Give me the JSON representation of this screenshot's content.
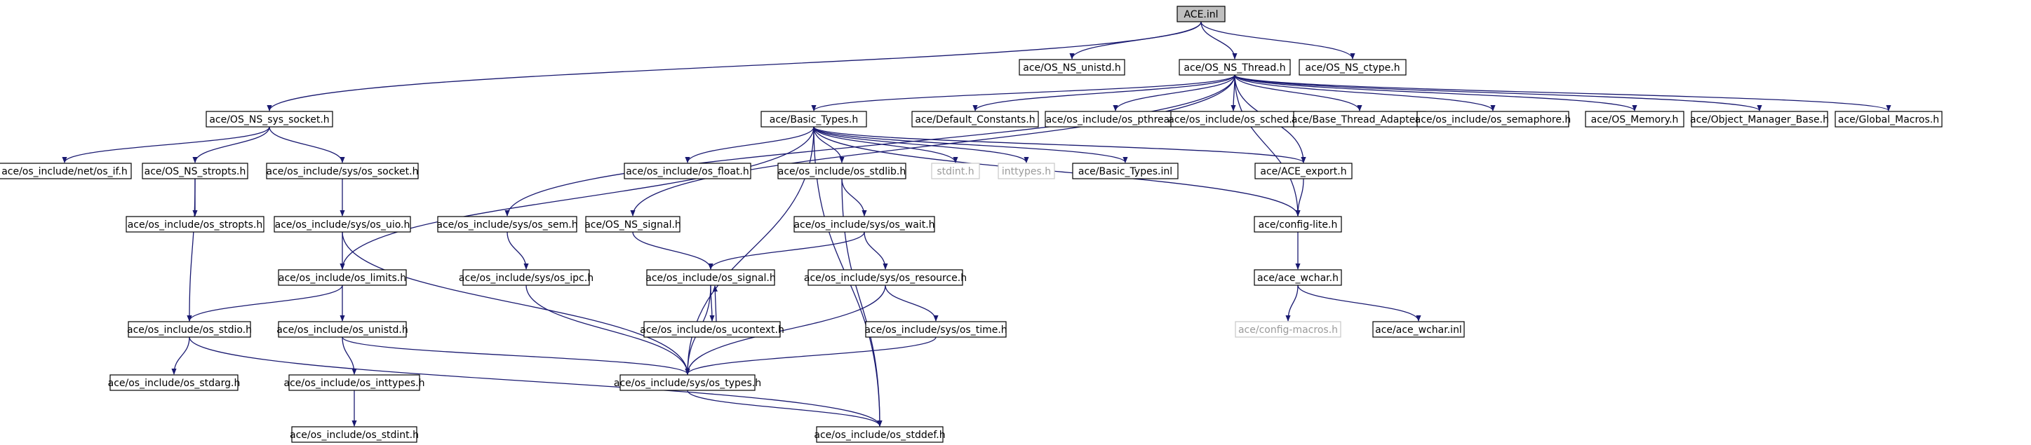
{
  "title": "",
  "colors": {
    "edge": "#191970",
    "root_fill": "#bfbfbf",
    "node_fill": "#ffffff",
    "ghost_border": "#c8c8c8"
  },
  "nodes": [
    {
      "id": "ace_inl",
      "label": "ACE.inl",
      "style": "root"
    },
    {
      "id": "os_ns_unistd",
      "label": "ace/OS_NS_unistd.h"
    },
    {
      "id": "os_ns_thread",
      "label": "ace/OS_NS_Thread.h"
    },
    {
      "id": "os_ns_ctype",
      "label": "ace/OS_NS_ctype.h"
    },
    {
      "id": "os_ns_sys_socket",
      "label": "ace/OS_NS_sys_socket.h"
    },
    {
      "id": "basic_types",
      "label": "ace/Basic_Types.h"
    },
    {
      "id": "default_constants",
      "label": "ace/Default_Constants.h"
    },
    {
      "id": "os_pthread",
      "label": "ace/os_include/os_pthread.h"
    },
    {
      "id": "os_sched",
      "label": "ace/os_include/os_sched.h"
    },
    {
      "id": "base_thread_adapter",
      "label": "ace/Base_Thread_Adapter.h"
    },
    {
      "id": "os_semaphore",
      "label": "ace/os_include/os_semaphore.h"
    },
    {
      "id": "os_memory",
      "label": "ace/OS_Memory.h"
    },
    {
      "id": "object_manager_base",
      "label": "ace/Object_Manager_Base.h"
    },
    {
      "id": "global_macros",
      "label": "ace/Global_Macros.h"
    },
    {
      "id": "net_os_if",
      "label": "ace/os_include/net/os_if.h"
    },
    {
      "id": "os_ns_stropts",
      "label": "ace/OS_NS_stropts.h"
    },
    {
      "id": "sys_os_socket",
      "label": "ace/os_include/sys/os_socket.h"
    },
    {
      "id": "os_float",
      "label": "ace/os_include/os_float.h"
    },
    {
      "id": "os_stdlib",
      "label": "ace/os_include/os_stdlib.h"
    },
    {
      "id": "stdint",
      "label": "stdint.h",
      "style": "ghost"
    },
    {
      "id": "inttypes",
      "label": "inttypes.h",
      "style": "ghost"
    },
    {
      "id": "basic_types_inl",
      "label": "ace/Basic_Types.inl"
    },
    {
      "id": "ace_export",
      "label": "ace/ACE_export.h"
    },
    {
      "id": "os_stropts",
      "label": "ace/os_include/os_stropts.h"
    },
    {
      "id": "sys_os_uio",
      "label": "ace/os_include/sys/os_uio.h"
    },
    {
      "id": "sys_os_sem",
      "label": "ace/os_include/sys/os_sem.h"
    },
    {
      "id": "os_ns_signal",
      "label": "ace/OS_NS_signal.h"
    },
    {
      "id": "sys_os_wait",
      "label": "ace/os_include/sys/os_wait.h"
    },
    {
      "id": "config_lite",
      "label": "ace/config-lite.h"
    },
    {
      "id": "os_limits",
      "label": "ace/os_include/os_limits.h"
    },
    {
      "id": "sys_os_ipc",
      "label": "ace/os_include/sys/os_ipc.h"
    },
    {
      "id": "os_signal",
      "label": "ace/os_include/os_signal.h"
    },
    {
      "id": "sys_os_resource",
      "label": "ace/os_include/sys/os_resource.h"
    },
    {
      "id": "ace_wchar",
      "label": "ace/ace_wchar.h"
    },
    {
      "id": "os_stdio",
      "label": "ace/os_include/os_stdio.h"
    },
    {
      "id": "os_unistd",
      "label": "ace/os_include/os_unistd.h"
    },
    {
      "id": "os_ucontext",
      "label": "ace/os_include/os_ucontext.h"
    },
    {
      "id": "sys_os_time",
      "label": "ace/os_include/sys/os_time.h"
    },
    {
      "id": "config_macros",
      "label": "ace/config-macros.h",
      "style": "ghost"
    },
    {
      "id": "ace_wchar_inl",
      "label": "ace/ace_wchar.inl"
    },
    {
      "id": "os_stdarg",
      "label": "ace/os_include/os_stdarg.h"
    },
    {
      "id": "os_inttypes",
      "label": "ace/os_include/os_inttypes.h"
    },
    {
      "id": "sys_os_types",
      "label": "ace/os_include/sys/os_types.h"
    },
    {
      "id": "os_stdint",
      "label": "ace/os_include/os_stdint.h"
    },
    {
      "id": "os_stddef",
      "label": "ace/os_include/os_stddef.h"
    }
  ],
  "edges": [
    [
      "ace_inl",
      "os_ns_unistd"
    ],
    [
      "ace_inl",
      "os_ns_thread"
    ],
    [
      "ace_inl",
      "os_ns_ctype"
    ],
    [
      "ace_inl",
      "os_ns_sys_socket"
    ],
    [
      "os_ns_thread",
      "ace_export"
    ],
    [
      "os_ns_thread",
      "basic_types"
    ],
    [
      "os_ns_thread",
      "default_constants"
    ],
    [
      "os_ns_thread",
      "os_pthread"
    ],
    [
      "os_ns_thread",
      "os_sched"
    ],
    [
      "os_ns_thread",
      "base_thread_adapter"
    ],
    [
      "os_ns_thread",
      "os_semaphore"
    ],
    [
      "os_ns_thread",
      "os_memory"
    ],
    [
      "os_ns_thread",
      "object_manager_base"
    ],
    [
      "os_ns_thread",
      "global_macros"
    ],
    [
      "os_ns_thread",
      "sys_os_sem"
    ],
    [
      "os_ns_thread",
      "os_ns_signal"
    ],
    [
      "os_ns_thread",
      "config_lite"
    ],
    [
      "os_ns_sys_socket",
      "net_os_if"
    ],
    [
      "os_ns_sys_socket",
      "os_ns_stropts"
    ],
    [
      "os_ns_sys_socket",
      "sys_os_socket"
    ],
    [
      "basic_types",
      "os_float"
    ],
    [
      "basic_types",
      "os_stdlib"
    ],
    [
      "basic_types",
      "stdint"
    ],
    [
      "basic_types",
      "inttypes"
    ],
    [
      "basic_types",
      "basic_types_inl"
    ],
    [
      "basic_types",
      "ace_export"
    ],
    [
      "basic_types",
      "config_lite"
    ],
    [
      "basic_types",
      "os_limits"
    ],
    [
      "basic_types",
      "sys_os_types"
    ],
    [
      "basic_types",
      "os_stddef"
    ],
    [
      "os_ns_stropts",
      "os_stropts"
    ],
    [
      "os_ns_stropts",
      "os_stdio"
    ],
    [
      "sys_os_socket",
      "sys_os_uio"
    ],
    [
      "sys_os_uio",
      "os_limits"
    ],
    [
      "sys_os_uio",
      "sys_os_types"
    ],
    [
      "os_stdlib",
      "sys_os_wait"
    ],
    [
      "os_stdlib",
      "os_stddef"
    ],
    [
      "sys_os_wait",
      "os_signal"
    ],
    [
      "sys_os_wait",
      "sys_os_resource"
    ],
    [
      "sys_os_sem",
      "sys_os_ipc"
    ],
    [
      "sys_os_ipc",
      "sys_os_types"
    ],
    [
      "os_ns_signal",
      "os_signal"
    ],
    [
      "os_signal",
      "os_ucontext"
    ],
    [
      "os_ucontext",
      "os_signal"
    ],
    [
      "os_signal",
      "sys_os_types"
    ],
    [
      "sys_os_resource",
      "sys_os_time"
    ],
    [
      "sys_os_resource",
      "sys_os_types"
    ],
    [
      "sys_os_time",
      "sys_os_types"
    ],
    [
      "ace_export",
      "config_lite"
    ],
    [
      "config_lite",
      "ace_wchar"
    ],
    [
      "ace_wchar",
      "config_macros"
    ],
    [
      "ace_wchar",
      "ace_wchar_inl"
    ],
    [
      "os_limits",
      "os_stdio"
    ],
    [
      "os_limits",
      "os_unistd"
    ],
    [
      "os_stdio",
      "os_stdarg"
    ],
    [
      "os_stdio",
      "os_stddef"
    ],
    [
      "os_unistd",
      "os_inttypes"
    ],
    [
      "os_unistd",
      "sys_os_types"
    ],
    [
      "os_inttypes",
      "os_stdint"
    ],
    [
      "sys_os_types",
      "os_stddef"
    ]
  ]
}
